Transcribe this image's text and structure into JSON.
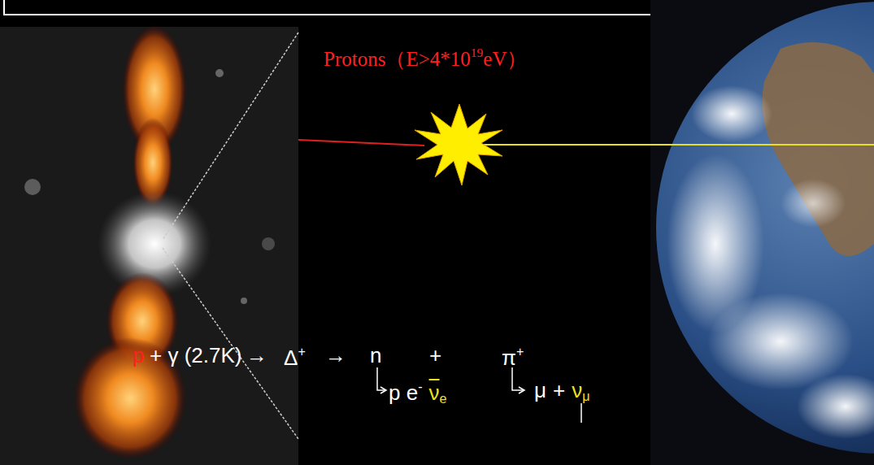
{
  "diagram": {
    "labels": [
      "Protons（E>4*10",
      "19",
      "eV）",
      "p",
      "+ γ (2.7K)",
      "→",
      "Δ",
      "+",
      "→",
      "n",
      "+",
      "π",
      "+",
      "p e",
      "-",
      "ν",
      "e",
      "μ",
      "+",
      "ν",
      "μ"
    ]
  }
}
